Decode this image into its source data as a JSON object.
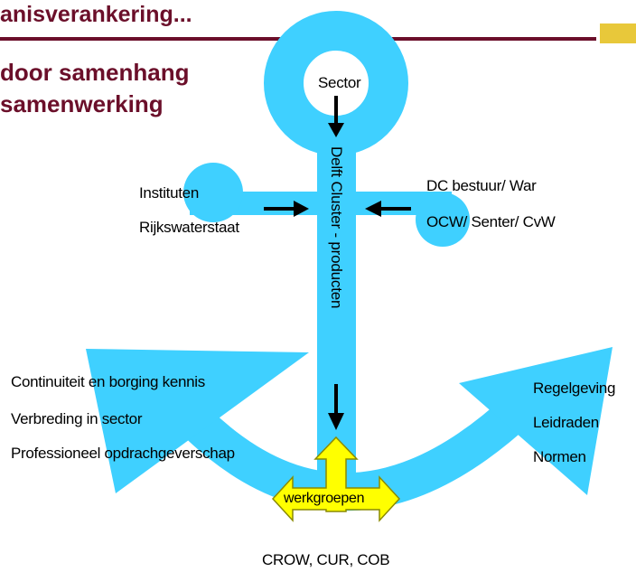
{
  "header": {
    "title": "anisverankering...",
    "subtitle_line1": "door samenhang",
    "subtitle_line2": "samenwerking"
  },
  "diagram": {
    "top_label": "Sector",
    "shaft_label": "Delft Cluster - producten",
    "left_arm": [
      "Instituten",
      "Rijkswaterstaat"
    ],
    "right_arm": [
      "DC bestuur/ War",
      "OCW/ Senter/ CvW"
    ],
    "left_fluke": [
      "Continuiteit en borging kennis",
      "Verbreding in sector",
      "Professioneel opdrachgeverschap"
    ],
    "right_fluke": [
      "Regelgeving",
      "Leidraden",
      "Normen"
    ],
    "center_label": "werkgroepen",
    "bottom_label": "CROW, CUR, COB"
  },
  "colors": {
    "anchor": "#3fd0ff",
    "title": "#6b0f2a",
    "accent": "#e8c83a",
    "center_arrow": "#ffff00"
  }
}
